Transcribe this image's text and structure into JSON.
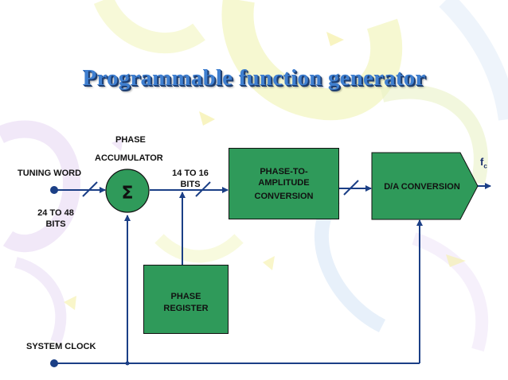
{
  "title": "Programmable function generator",
  "labels": {
    "phase": "PHASE",
    "accumulator": "ACCUMULATOR",
    "tuning_word": "TUNING WORD",
    "tuning_bits_1": "24 TO 48",
    "tuning_bits_2": "BITS",
    "mid_bits_1": "14 TO 16",
    "mid_bits_2": "BITS",
    "system_clock": "SYSTEM CLOCK",
    "output_symbol": "f",
    "output_subscript": "c"
  },
  "blocks": {
    "sigma_symbol": "Σ",
    "phase_register_1": "PHASE",
    "phase_register_2": "REGISTER",
    "pta_1": "PHASE-TO-",
    "pta_2": "AMPLITUDE",
    "pta_3": "CONVERSION",
    "dac": "D/A CONVERSION"
  },
  "colors": {
    "block_fill": "#2f9a5a",
    "line": "#1b3f86",
    "title": "#3f7fd0"
  }
}
